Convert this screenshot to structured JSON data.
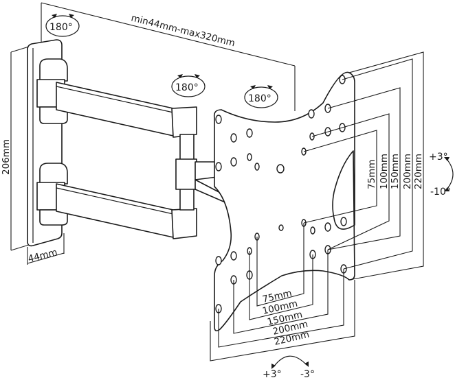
{
  "diagram": {
    "subject": "Full-motion TV wall mount dimension drawing",
    "line_color": "#1a1a1a",
    "background": "#ffffff"
  },
  "dimensions": {
    "arm_extension": "min44mm-max320mm",
    "wall_plate_height": "206mm",
    "wall_plate_depth": "44mm",
    "vesa_vertical": [
      "75mm",
      "100mm",
      "150mm",
      "200mm",
      "220mm"
    ],
    "vesa_horizontal": [
      "75mm",
      "100mm",
      "150mm",
      "200mm",
      "220mm"
    ]
  },
  "rotations": {
    "wall_pivot": "180°",
    "middle_pivot": "180°",
    "head_pivot": "180°"
  },
  "tilt": {
    "up": "+3°",
    "down": "-10°"
  },
  "level": {
    "left": "+3°",
    "right": "-3°"
  }
}
